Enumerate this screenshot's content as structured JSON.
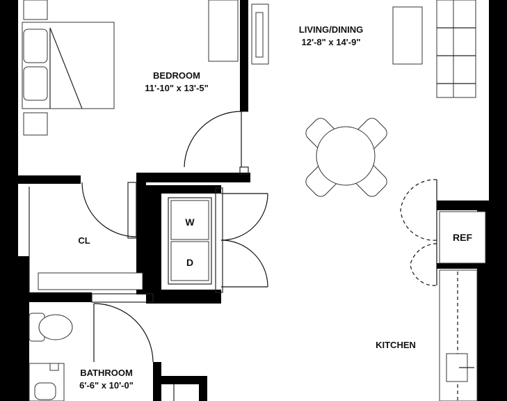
{
  "rooms": {
    "living": {
      "name": "LIVING/DINING",
      "dims": "12'-8\" x 14'-9\""
    },
    "bedroom": {
      "name": "BEDROOM",
      "dims": "11'-10\" x 13'-5\""
    },
    "closet": {
      "name": "CL"
    },
    "bathroom": {
      "name": "BATHROOM",
      "dims": "6'-6\" x 10'-0\""
    },
    "kitchen": {
      "name": "KITCHEN"
    }
  },
  "appliances": {
    "washer": "W",
    "dryer": "D",
    "refrigerator": "REF"
  }
}
